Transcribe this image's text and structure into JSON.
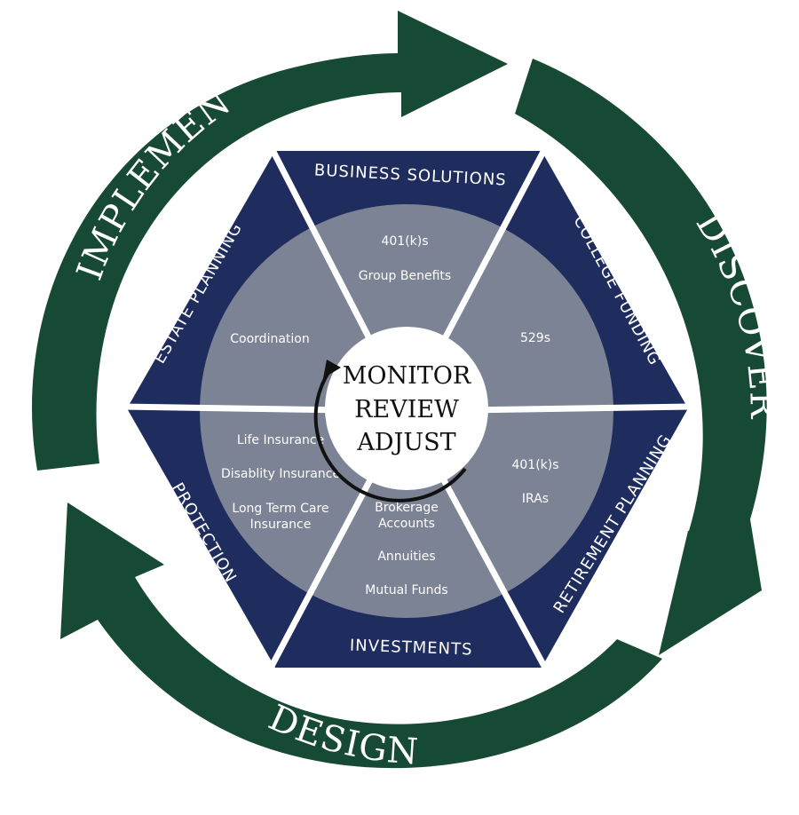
{
  "colors": {
    "arrow_green": "#174a35",
    "navy": "#1e2c5e",
    "inner_gray": "#7b8394",
    "separator": "#ffffff",
    "center_fill": "#ffffff",
    "center_text": "#111111"
  },
  "cycle": {
    "discover": "DISCOVER",
    "design": "DESIGN",
    "implement": "IMPLEMENT"
  },
  "sectors": {
    "business_solutions": {
      "title": "BUSINESS SOLUTIONS",
      "items": [
        "401(k)s",
        "Group Benefits"
      ]
    },
    "college_funding": {
      "title": "COLLEGE FUNDING",
      "items": [
        "529s"
      ]
    },
    "retirement_planning": {
      "title": "RETIREMENT PLANNING",
      "items": [
        "401(k)s",
        "IRAs"
      ]
    },
    "investments": {
      "title": "INVESTMENTS",
      "items": [
        "Brokerage",
        "Accounts",
        "Annuities",
        "Mutual Funds"
      ]
    },
    "protection": {
      "title": "PROTECTION",
      "items": [
        "Life Insurance",
        "Disablity Insurance",
        "Long Term Care",
        "Insurance"
      ]
    },
    "estate_planning": {
      "title": "ESTATE PLANNING",
      "items": [
        "Coordination"
      ]
    }
  },
  "center": {
    "line1": "MONITOR",
    "line2": "REVIEW",
    "line3": "ADJUST"
  }
}
